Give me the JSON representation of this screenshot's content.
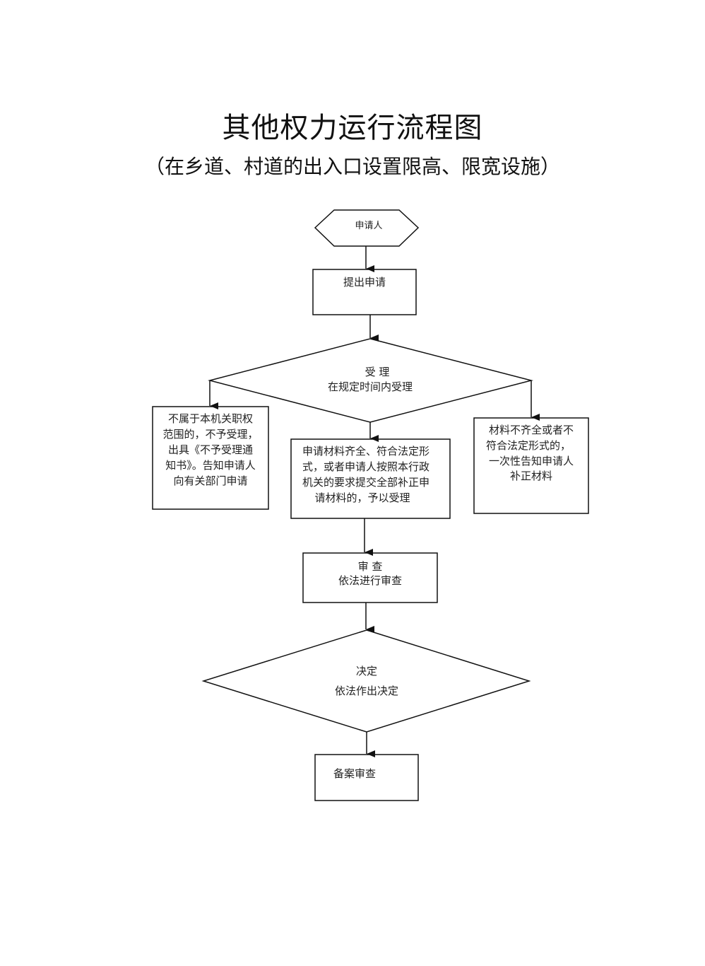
{
  "title": "其他权力运行流程图",
  "subtitle": "（在乡道、村道的出入口设置限高、限宽设施）",
  "nodes": {
    "applicant": {
      "lines": [
        "申请人"
      ]
    },
    "submit": {
      "lines": [
        "提出申请"
      ]
    },
    "accept": {
      "lines": [
        "受  理",
        "在规定时间内受理"
      ]
    },
    "reject": {
      "lines": [
        "不属于本机关职权",
        "范围的，不予受理，",
        "出具《不予受理通",
        "知书》。告知申请人",
        "向有关部门申请"
      ]
    },
    "accepted": {
      "lines": [
        "申请材料齐全、符合法定形",
        "式，或者申请人按照本行政",
        "机关的要求提交全部补正申",
        "请材料的，予以受理"
      ]
    },
    "incomplete": {
      "lines": [
        "材料不齐全或者不",
        "符合法定形式的，",
        "一次性告知申请人",
        "补正材料"
      ]
    },
    "review": {
      "lines": [
        "审  查",
        "依法进行审查"
      ]
    },
    "decision": {
      "lines": [
        "决定",
        "依法作出决定"
      ]
    },
    "record": {
      "lines": [
        "备案审查"
      ]
    }
  }
}
